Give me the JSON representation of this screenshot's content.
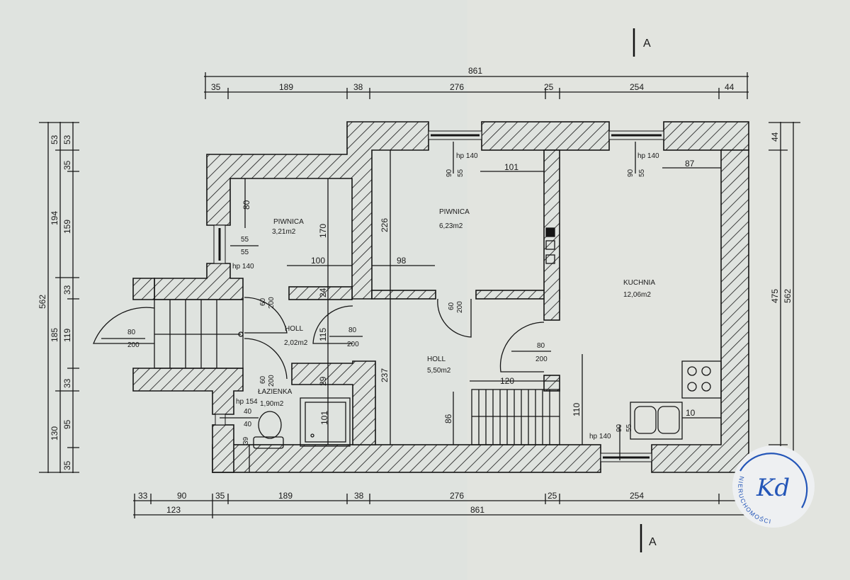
{
  "section_marker": {
    "top": "A",
    "bottom": "A"
  },
  "rooms": [
    {
      "name": "PIWNICA",
      "area": "3,21m2"
    },
    {
      "name": "PIWNICA",
      "area": "6,23m2"
    },
    {
      "name": "HOLL",
      "area": "2,02m2"
    },
    {
      "name": "ŁAZIENKA",
      "area": "1,90m2"
    },
    {
      "name": "HOLL",
      "area": "5,50m2"
    },
    {
      "name": "KUCHNIA",
      "area": "12,06m2"
    }
  ],
  "dims_top": {
    "total": "861",
    "segments": [
      "35",
      "189",
      "38",
      "276",
      "25",
      "254",
      "44"
    ]
  },
  "dims_bottom": {
    "segments": [
      "33",
      "90",
      "35",
      "189",
      "38",
      "276",
      "25",
      "254"
    ],
    "left_total": "123",
    "total": "861"
  },
  "dims_left": {
    "total": "562",
    "middle": [
      "53",
      "194",
      "185",
      "130"
    ],
    "inner": [
      "53",
      "35",
      "159",
      "33",
      "119",
      "33",
      "95",
      "35"
    ]
  },
  "dims_right": {
    "inner": [
      "44",
      "475"
    ],
    "total": "562"
  },
  "doors": [
    {
      "w": "80",
      "h": "200"
    },
    {
      "w": "80",
      "h": "200"
    },
    {
      "w": "80",
      "h": "200"
    },
    {
      "w": "60",
      "h": "200"
    },
    {
      "w": "60",
      "h": "200"
    },
    {
      "w": "60",
      "h": "200"
    }
  ],
  "windows": [
    {
      "w": "55",
      "h": "55",
      "sill": "hp 140"
    },
    {
      "w": "90",
      "h": "55",
      "sill": "hp 140"
    },
    {
      "w": "90",
      "h": "55",
      "sill": "hp 140"
    },
    {
      "w": "90",
      "h": "55",
      "sill": "hp 140"
    },
    {
      "sill": "hp 154"
    }
  ],
  "interior_dims": {
    "d80": "80",
    "d170": "170",
    "d100": "100",
    "d98": "98",
    "d226": "226",
    "d101": "101",
    "d87": "87",
    "d24": "24",
    "d115": "115",
    "d29": "29",
    "d237": "237",
    "d101b": "101",
    "d40a": "40",
    "d40b": "40",
    "d39": "39",
    "d120": "120",
    "d86": "86",
    "d110": "110",
    "d10": "10"
  },
  "logo": {
    "initials": "Kd",
    "text": "NIERUCHOMOŚCI",
    "color": "#2456b8"
  }
}
